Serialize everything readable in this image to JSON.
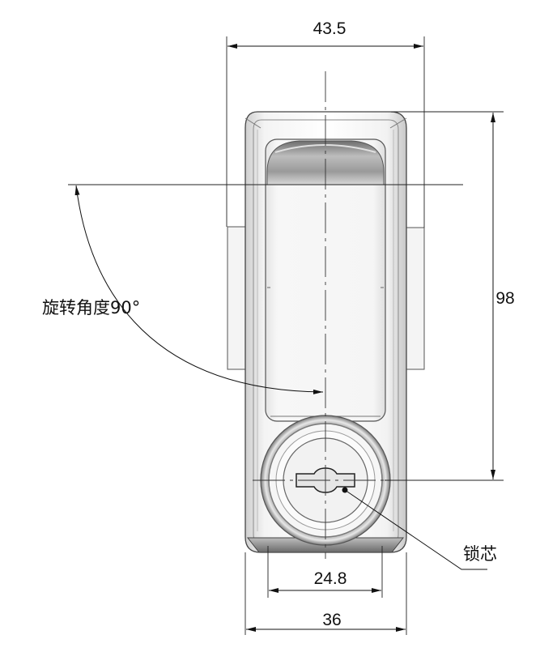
{
  "dimensions": {
    "overall_width": "43.5",
    "height": "98",
    "cam_width": "24.8",
    "body_width": "36"
  },
  "labels": {
    "rotation_angle": "旋转角度90°",
    "lock_cylinder": "锁芯"
  }
}
